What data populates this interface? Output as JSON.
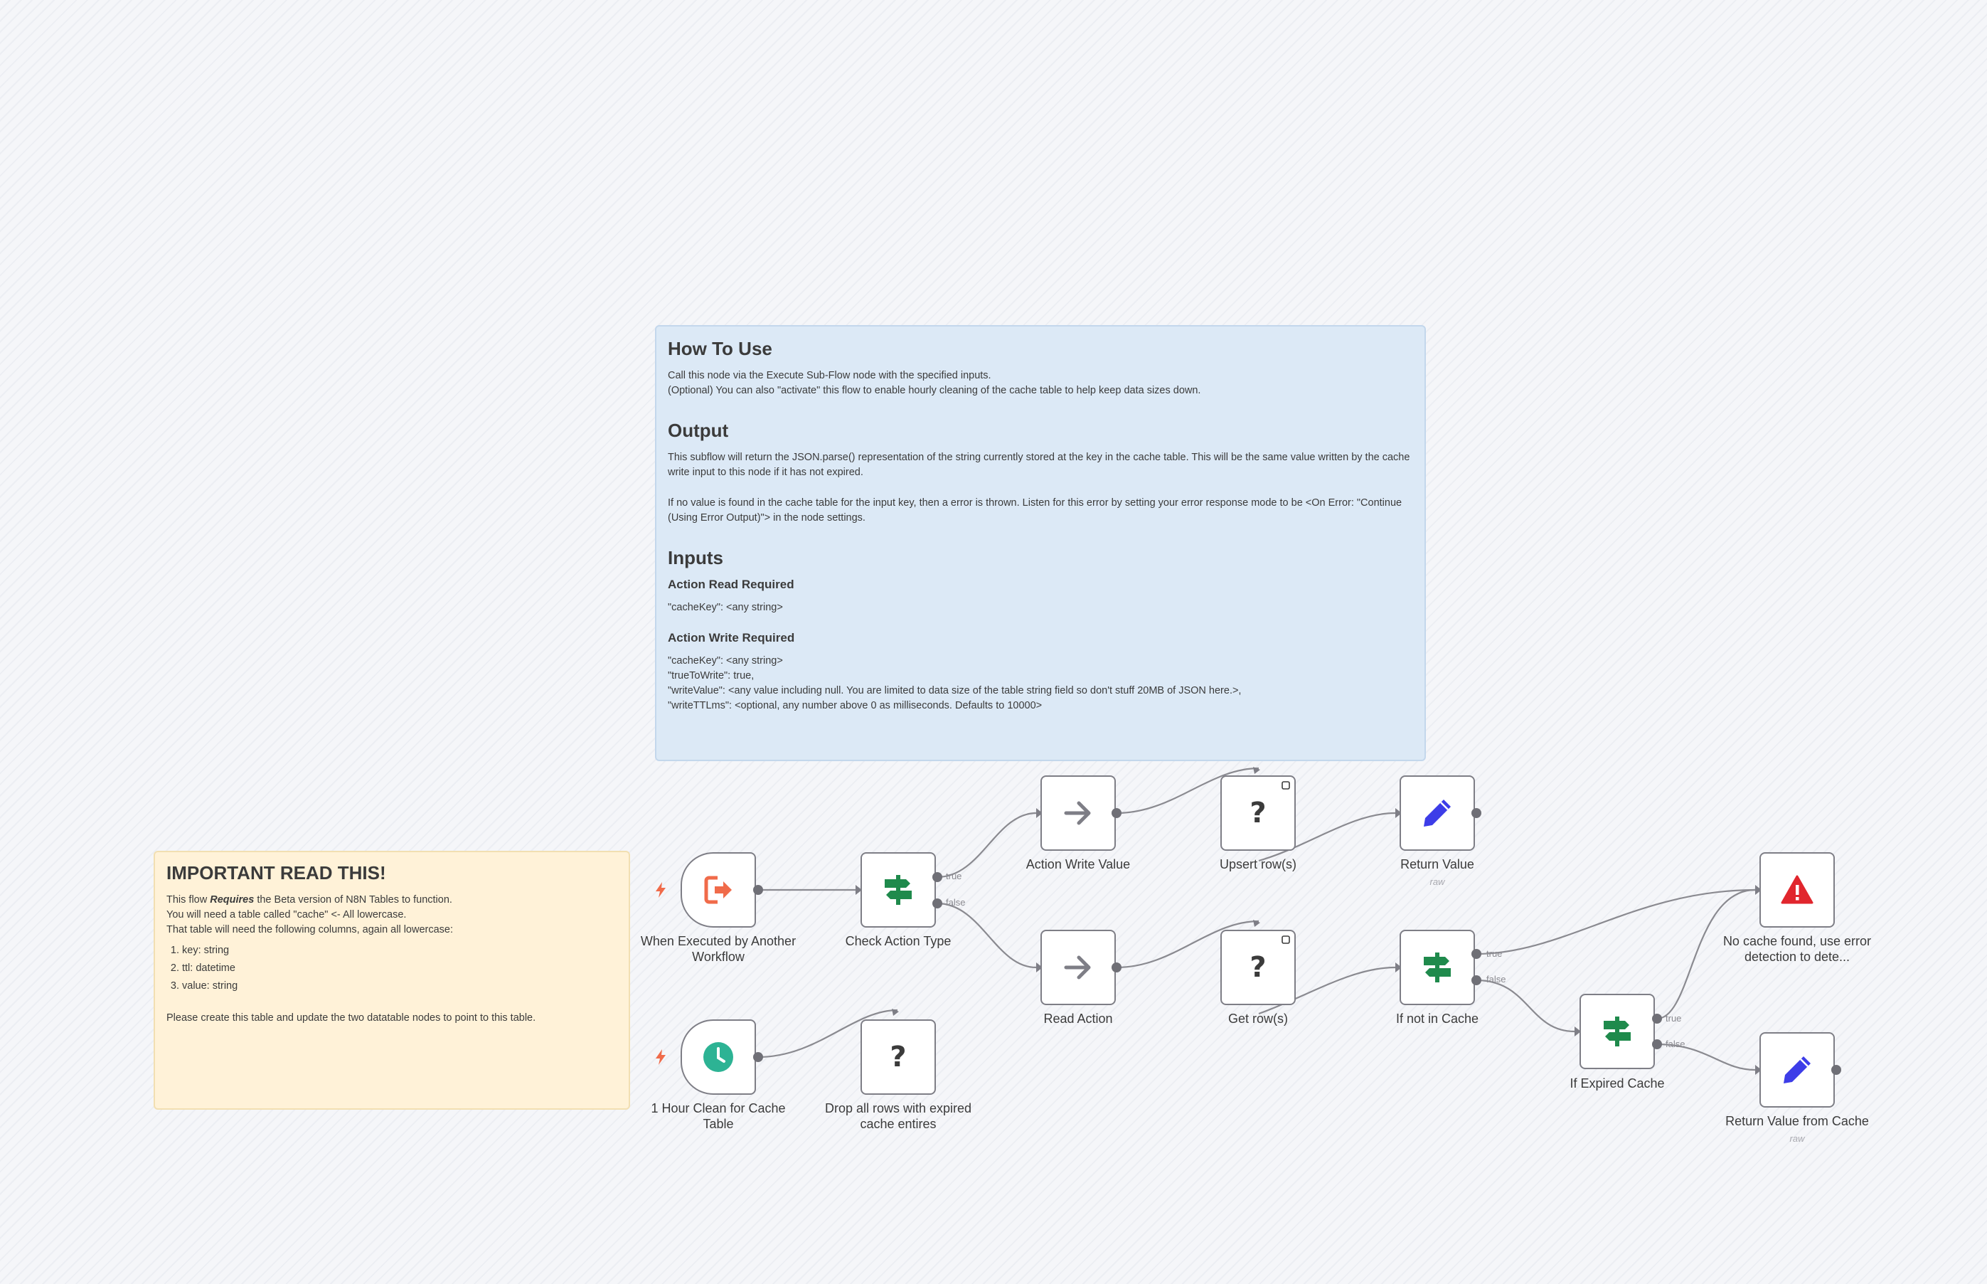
{
  "canvas": {
    "background": "#f5f6f9"
  },
  "sticky_how_to": {
    "title": "How To Use",
    "line1": "Call this node via the Execute Sub-Flow node with the specified inputs.",
    "line2": "(Optional) You can also \"activate\" this flow to enable hourly cleaning of the cache table to help keep data sizes down.",
    "output_title": "Output",
    "output_p1": "This subflow will return the JSON.parse() representation of the string currently stored at the key in the cache table. This will be the same value written by the cache write input to this node if it has not expired.",
    "output_p2": "If no value is found in the cache table for the input key, then a error is thrown. Listen for this error by setting your error response mode to be <On Error: \"Continue (Using Error Output)\"> in the node settings.",
    "inputs_title": "Inputs",
    "read_title": "Action Read Required",
    "read_line1": "\"cacheKey\": <any string>",
    "write_title": "Action Write Required",
    "write_line1": "\"cacheKey\": <any string>",
    "write_line2": "\"trueToWrite\": true,",
    "write_line3": "\"writeValue\": <any value including null. You are limited to data size of the table string field so don't stuff 20MB of JSON here.>,",
    "write_line4": "\"writeTTLms\": <optional, any number above 0 as milliseconds. Defaults to 10000>",
    "color": "#dce9f6"
  },
  "sticky_important": {
    "title": "IMPORTANT READ THIS!",
    "line1_pre": "This flow ",
    "line1_em": "Requires",
    "line1_post": " the Beta version of N8N Tables to function.",
    "line2": "You will need a table called \"cache\" <- All lowercase.",
    "line3": "That table will need the following columns, again all lowercase:",
    "columns": [
      "key: string",
      "ttl: datetime",
      "value: string"
    ],
    "footer": "Please create this table and update the two datatable nodes to point to this table.",
    "color": "#fff2d8"
  },
  "nodes": {
    "exec_trigger": {
      "label": "When Executed by Another Workflow",
      "icon": "exit-arrow-icon",
      "color": "#f06b4a"
    },
    "schedule_trigger": {
      "label": "1 Hour Clean for Cache Table",
      "icon": "clock-icon",
      "color": "#2db394"
    },
    "check_action": {
      "label": "Check Action Type",
      "icon": "signpost-icon",
      "color": "#1f8a4c"
    },
    "drop_rows": {
      "label": "Drop all rows with expired cache entires",
      "icon": "question-icon"
    },
    "action_write": {
      "label": "Action Write Value",
      "icon": "arrow-right-icon"
    },
    "read_action": {
      "label": "Read Action",
      "icon": "arrow-right-icon"
    },
    "upsert_rows": {
      "label": "Upsert row(s)",
      "icon": "question-icon"
    },
    "get_rows": {
      "label": "Get row(s)",
      "icon": "question-icon"
    },
    "return_value": {
      "label": "Return Value",
      "sublabel": "raw",
      "icon": "pencil-icon",
      "color": "#3d3de8"
    },
    "if_not_cache": {
      "label": "If not in Cache",
      "icon": "signpost-icon",
      "color": "#1f8a4c"
    },
    "if_expired": {
      "label": "If Expired Cache",
      "icon": "signpost-icon",
      "color": "#1f8a4c"
    },
    "no_cache": {
      "label": "No cache found, use error detection to dete...",
      "icon": "warning-icon",
      "color": "#e1262d"
    },
    "return_cache": {
      "label": "Return Value from Cache",
      "sublabel": "raw",
      "icon": "pencil-icon",
      "color": "#3d3de8"
    }
  },
  "edge_labels": {
    "check_true": "true",
    "check_false": "false",
    "ifnot_true": "true",
    "ifnot_false": "false",
    "expired_true": "true",
    "expired_false": "false"
  },
  "edge_color": "#8a8a90"
}
